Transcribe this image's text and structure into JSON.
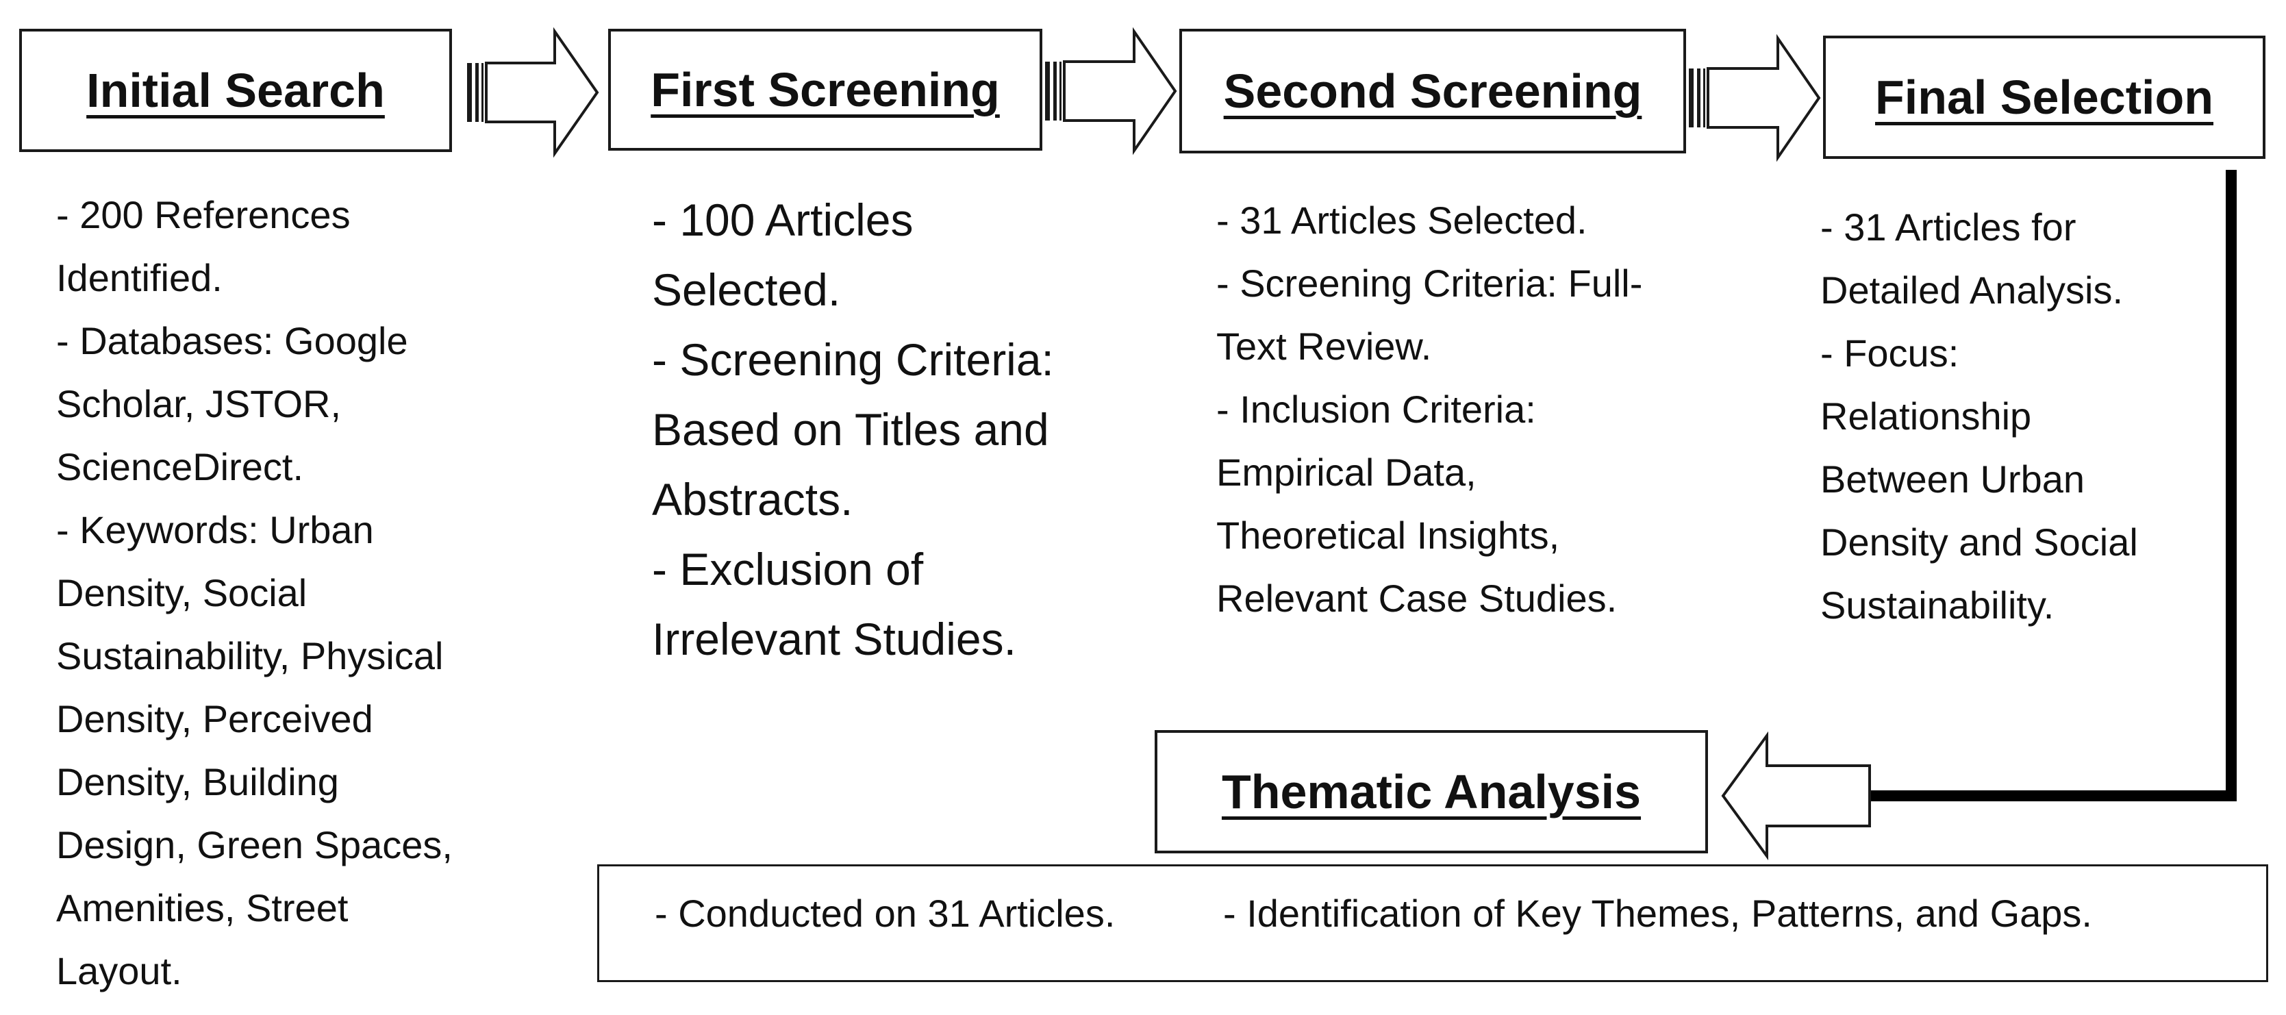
{
  "stages": {
    "initial_search": {
      "title": "Initial Search",
      "lines": [
        "- 200 References",
        "Identified.",
        "- Databases: Google",
        "Scholar, JSTOR,",
        "ScienceDirect.",
        "- Keywords: Urban",
        "Density, Social",
        "Sustainability, Physical",
        "Density, Perceived",
        "Density, Building",
        "Design, Green Spaces,",
        "Amenities, Street",
        "Layout."
      ]
    },
    "first_screening": {
      "title": "First Screening",
      "lines": [
        "- 100 Articles",
        "Selected.",
        "- Screening Criteria:",
        "Based on Titles and",
        "Abstracts.",
        "- Exclusion of",
        "Irrelevant Studies."
      ]
    },
    "second_screening": {
      "title": "Second Screening",
      "lines": [
        "- 31 Articles Selected.",
        "- Screening Criteria: Full-",
        "Text Review.",
        "- Inclusion Criteria:",
        "Empirical Data,",
        "Theoretical Insights,",
        "Relevant Case Studies."
      ]
    },
    "final_selection": {
      "title": "Final Selection",
      "lines": [
        "- 31 Articles for",
        "Detailed Analysis.",
        "- Focus:",
        "Relationship",
        "Between Urban",
        "Density and Social",
        "Sustainability."
      ]
    },
    "thematic_analysis": {
      "title": "Thematic Analysis",
      "lines": [
        "- Conducted on 31 Articles.",
        "- Identification of Key Themes, Patterns, and Gaps."
      ]
    }
  }
}
